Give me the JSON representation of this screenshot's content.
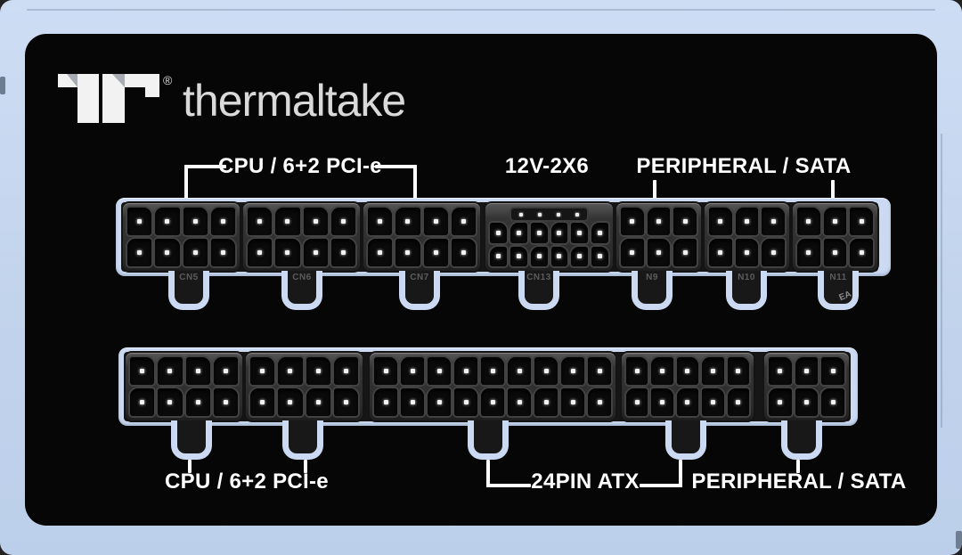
{
  "product": {
    "brand_wordmark": "thermaltake",
    "registered_mark": "®"
  },
  "colors": {
    "frame_blue": "#cdddf4",
    "strip_blue": "#cbdaf2",
    "panel_black": "#060606",
    "label_white": "#ffffff"
  },
  "panel_labels": {
    "top_cpu_pcie": "CPU / 6+2 PCI-e",
    "top_12v_2x6": "12V-2X6",
    "top_peripheral_sata": "PERIPHERAL / SATA",
    "bottom_cpu_pcie": "CPU / 6+2 PCI-e",
    "bottom_24pin_atx": "24PIN ATX",
    "bottom_peripheral_sata": "PERIPHERAL / SATA"
  },
  "connector_rows": {
    "top": {
      "connectors": [
        {
          "id": "cn5",
          "type": "8-pin CPU / 6+2 PCI-e",
          "rows": 2,
          "cols": 4,
          "tab_label": "CN5"
        },
        {
          "id": "cn6",
          "type": "8-pin CPU / 6+2 PCI-e",
          "rows": 2,
          "cols": 4,
          "tab_label": "CN6"
        },
        {
          "id": "cn7",
          "type": "8-pin CPU / 6+2 PCI-e",
          "rows": 2,
          "cols": 4,
          "tab_label": "CN7"
        },
        {
          "id": "cn13",
          "type": "12V-2X6",
          "rows": 2,
          "cols": 6,
          "sense_pins": 4,
          "tab_label": "CN13"
        },
        {
          "id": "cn9",
          "type": "6-pin PERIPHERAL / SATA",
          "rows": 2,
          "cols": 3,
          "tab_label": "N9"
        },
        {
          "id": "cn10",
          "type": "6-pin PERIPHERAL / SATA",
          "rows": 2,
          "cols": 3,
          "tab_label": "N10"
        },
        {
          "id": "cn11",
          "type": "6-pin PERIPHERAL / SATA",
          "rows": 2,
          "cols": 3,
          "tab_label": "N11",
          "tab_label_extra": "EA"
        }
      ]
    },
    "bottom": {
      "connectors": [
        {
          "id": "b1",
          "type": "8-pin CPU / 6+2 PCI-e",
          "rows": 2,
          "cols": 4,
          "tab_label": ""
        },
        {
          "id": "b2",
          "type": "8-pin CPU / 6+2 PCI-e",
          "rows": 2,
          "cols": 4,
          "tab_label": ""
        },
        {
          "id": "atx18",
          "type": "24PIN ATX (18-pin block)",
          "rows": 2,
          "cols": 9,
          "tab_label": ""
        },
        {
          "id": "atx10",
          "type": "24PIN ATX (10-pin block)",
          "rows": 2,
          "cols": 5,
          "tab_label": ""
        },
        {
          "id": "b5",
          "type": "6-pin PERIPHERAL / SATA",
          "rows": 2,
          "cols": 3,
          "tab_label": ""
        }
      ]
    }
  }
}
